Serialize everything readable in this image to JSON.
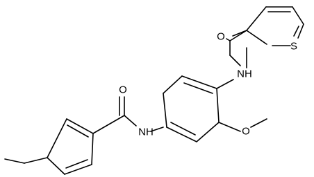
{
  "structure": {
    "atoms": {
      "oxygen_amide_thiophene": "O",
      "sulfur_thiophene": "S",
      "nh_upper": "NH",
      "oxygen_amide_benzoyl": "O",
      "nh_lower": "NH",
      "oxygen_methoxy": "O"
    }
  }
}
